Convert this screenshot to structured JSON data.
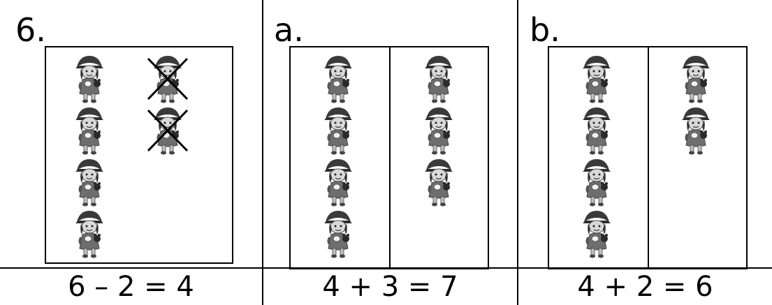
{
  "problems": [
    {
      "label": "6.",
      "equation": "6 – 2 = 4",
      "left_group_count": 4,
      "right_group_count": 2,
      "right_group_crossed_out": true,
      "divided_box": false
    },
    {
      "label": "a.",
      "equation": "4 + 3 = 7",
      "left_group_count": 4,
      "right_group_count": 3,
      "right_group_crossed_out": false,
      "divided_box": true
    },
    {
      "label": "b.",
      "equation": "4 + 2 = 6",
      "left_group_count": 4,
      "right_group_count": 2,
      "right_group_crossed_out": false,
      "divided_box": true
    }
  ],
  "icons": {
    "item": "doll-icon",
    "crossed_out": "x-mark-icon"
  }
}
